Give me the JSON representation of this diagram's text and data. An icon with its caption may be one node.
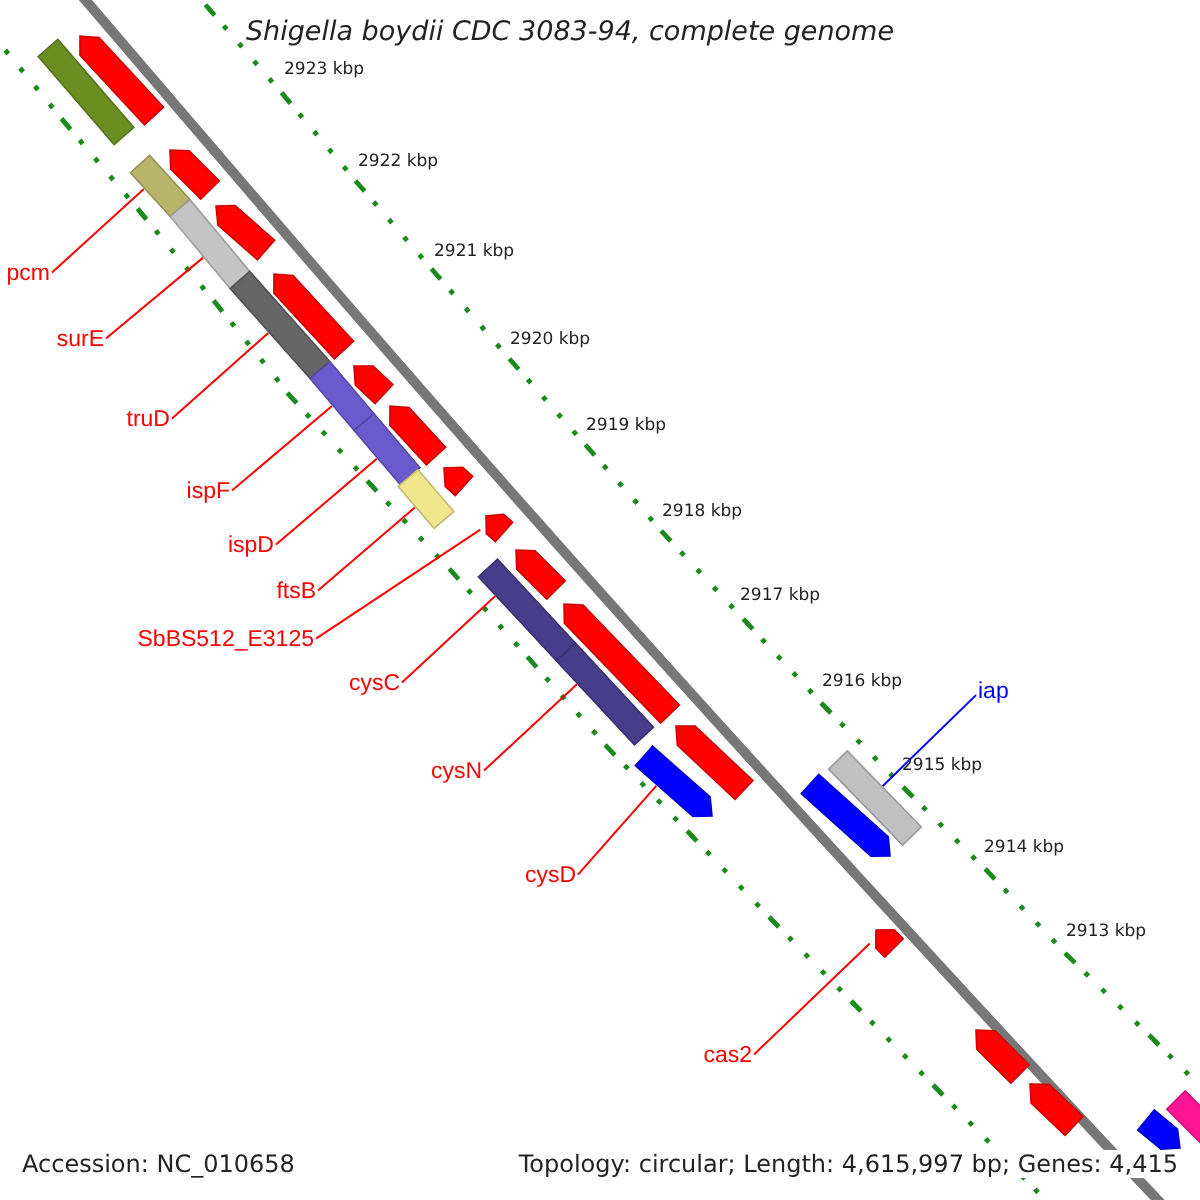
{
  "diagram": {
    "title": "Shigella boydii CDC 3083-94, complete genome",
    "nodes": [
      {
        "text": [
          "pcm"
        ]
      },
      {
        "text": [
          "surE"
        ]
      },
      {
        "text": [
          "truD"
        ]
      },
      {
        "text": [
          "ispF"
        ]
      },
      {
        "text": [
          "ispD"
        ]
      },
      {
        "text": [
          "ftsB"
        ]
      },
      {
        "text": [
          "SbBS512_E3125"
        ]
      },
      {
        "text": [
          "cysC"
        ]
      },
      {
        "text": [
          "iap"
        ]
      },
      {
        "text": [
          "cysN"
        ]
      },
      {
        "text": [
          "cysD"
        ]
      },
      {
        "text": [
          "cas2"
        ]
      },
      {
        "text": [],
        "shape": "pentagon"
      },
      {
        "text": [],
        "shape": "bar"
      },
      {
        "text": [],
        "shape": "pentagon"
      },
      {
        "text": [],
        "shape": "bar"
      },
      {
        "text": [],
        "shape": "pentagon"
      },
      {
        "text": [],
        "shape": "bar"
      },
      {
        "text": [],
        "shape": "pentagon"
      },
      {
        "text": [],
        "shape": "bar"
      },
      {
        "text": [],
        "shape": "pentagon"
      },
      {
        "text": [],
        "shape": "bar"
      },
      {
        "text": [],
        "shape": "bar"
      },
      {
        "text": [],
        "shape": "pentagon"
      },
      {
        "text": [],
        "shape": "bar"
      },
      {
        "text": [],
        "shape": "pentagon"
      },
      {
        "text": [],
        "shape": "pentagon"
      },
      {
        "text": [],
        "shape": "pentagon"
      },
      {
        "text": [],
        "shape": "bar"
      },
      {
        "text": [],
        "shape": "pentagon"
      },
      {
        "text": [],
        "shape": "bar"
      },
      {
        "text": [],
        "shape": "pentagon"
      },
      {
        "text": [],
        "shape": "pentagon"
      },
      {
        "text": [],
        "shape": "bar"
      },
      {
        "text": [],
        "shape": "pentagon"
      },
      {
        "text": [],
        "shape": "pentagon"
      },
      {
        "text": [],
        "shape": "pentagon"
      },
      {
        "text": [],
        "shape": "pentagon"
      },
      {
        "text": [],
        "shape": "bar"
      },
      {
        "text": [],
        "shape": "pentagon"
      }
    ],
    "edges": [
      {
        "from": 0,
        "to": 15,
        "arrow": "none"
      },
      {
        "from": 1,
        "to": 17,
        "arrow": "none"
      },
      {
        "from": 2,
        "to": 19,
        "arrow": "none"
      },
      {
        "from": 3,
        "to": 21,
        "arrow": "none"
      },
      {
        "from": 4,
        "to": 22,
        "arrow": "none"
      },
      {
        "from": 5,
        "to": 24,
        "arrow": "none"
      },
      {
        "from": 6,
        "to": 26,
        "arrow": "none"
      },
      {
        "from": 7,
        "to": 28,
        "arrow": "none"
      },
      {
        "from": 8,
        "to": 33,
        "arrow": "none",
        "color": "#0000ff"
      },
      {
        "from": 9,
        "to": 30,
        "arrow": "none"
      },
      {
        "from": 10,
        "to": 32,
        "arrow": "none"
      },
      {
        "from": 11,
        "to": 35,
        "arrow": "none"
      }
    ],
    "labels": [
      "2923 kbp",
      "2922 kbp",
      "2921 kbp",
      "2920 kbp",
      "2919 kbp",
      "2918 kbp",
      "2917 kbp",
      "2916 kbp",
      "2915 kbp",
      "2914 kbp",
      "2913 kbp",
      "Accession: NC_010658",
      "Topology: circular; Length: 4,615,997 bp; Genes: 4,415"
    ]
  }
}
